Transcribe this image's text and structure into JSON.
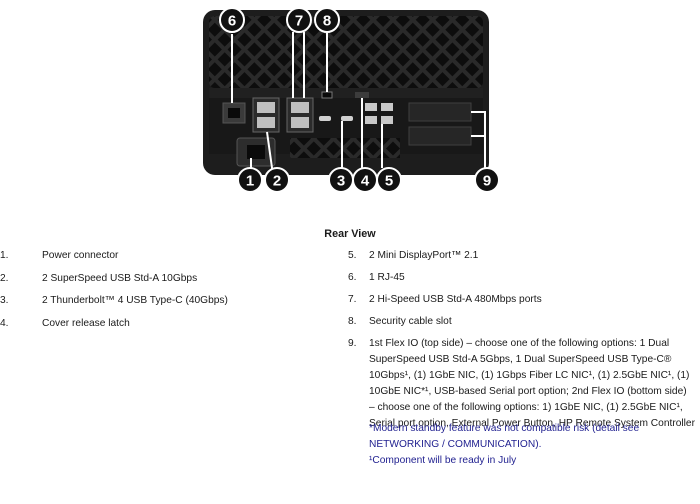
{
  "diagram": {
    "callouts": [
      "1",
      "2",
      "3",
      "4",
      "5",
      "6",
      "7",
      "8",
      "9"
    ]
  },
  "section_title": "Rear View",
  "left_items": [
    {
      "num": "1.",
      "text": "Power connector"
    },
    {
      "num": "2.",
      "text": "2 SuperSpeed USB Std-A 10Gbps"
    },
    {
      "num": "3.",
      "text": "2 Thunderbolt™ 4 USB Type-C (40Gbps)"
    },
    {
      "num": "4.",
      "text": "Cover release latch"
    }
  ],
  "right_items": [
    {
      "num": "5.",
      "text": "2 Mini DisplayPort™ 2.1"
    },
    {
      "num": "6.",
      "text": "1 RJ-45"
    },
    {
      "num": "7.",
      "text": "2 Hi-Speed USB Std-A 480Mbps ports"
    },
    {
      "num": "8.",
      "text": "Security cable slot"
    },
    {
      "num": "9.",
      "text": "1st Flex IO (top side) – choose one of the following options: 1 Dual SuperSpeed USB Std-A 5Gbps, 1 Dual SuperSpeed USB Type-C® 10Gbps¹, (1) 1GbE NIC, (1) 1Gbps Fiber LC NIC¹, (1) 2.5GbE NIC¹, (1) 10GbE NIC*¹, USB-based Serial port option; 2nd Flex IO (bottom side) – choose one of the following options: 1) 1GbE NIC, (1) 2.5GbE NIC¹, Serial port option, External Power Button, HP Remote System Controller"
    }
  ],
  "notes": [
    "*Modern standby feature was not compatible risk (detail see NETWORKING / COMMUNICATION).",
    "¹Component will be ready in July"
  ]
}
